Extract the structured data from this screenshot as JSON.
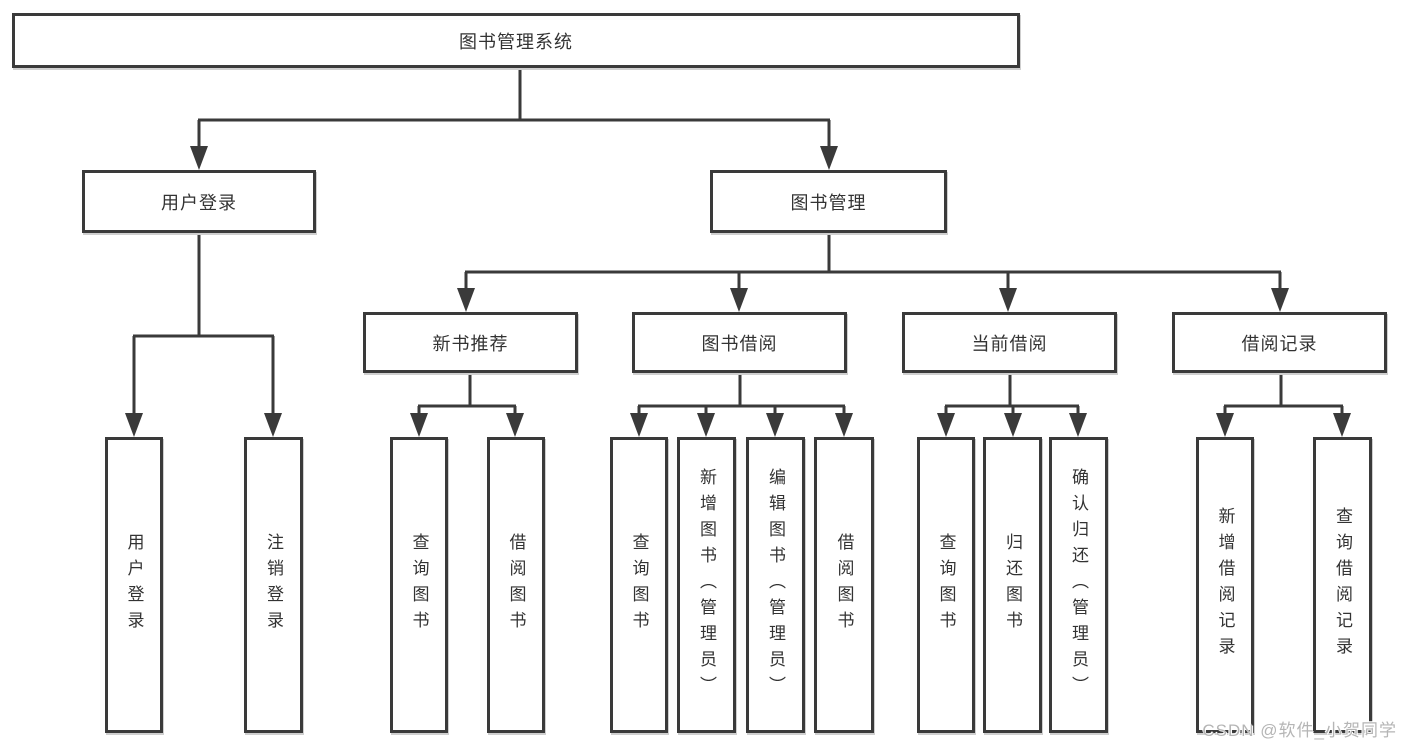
{
  "colors": {
    "line": "#3a3a3a",
    "text": "#333333",
    "watermark": "#b5b5b5",
    "background": "#ffffff"
  },
  "tree": {
    "root": {
      "label": "图书管理系统"
    },
    "branches": [
      {
        "label": "用户登录",
        "children": [
          {
            "label": "用户登录"
          },
          {
            "label": "注销登录"
          }
        ]
      },
      {
        "label": "图书管理",
        "children": [
          {
            "label": "新书推荐",
            "children": [
              {
                "label": "查询图书"
              },
              {
                "label": "借阅图书"
              }
            ]
          },
          {
            "label": "图书借阅",
            "children": [
              {
                "label": "查询图书"
              },
              {
                "label": "新增图书（管理员）"
              },
              {
                "label": "编辑图书（管理员）"
              },
              {
                "label": "借阅图书"
              }
            ]
          },
          {
            "label": "当前借阅",
            "children": [
              {
                "label": "查询图书"
              },
              {
                "label": "归还图书"
              },
              {
                "label": "确认归还（管理员）"
              }
            ]
          },
          {
            "label": "借阅记录",
            "children": [
              {
                "label": "新增借阅记录"
              },
              {
                "label": "查询借阅记录"
              }
            ]
          }
        ]
      }
    ]
  },
  "watermark": {
    "text": "CSDN @软件_小贺同学"
  }
}
